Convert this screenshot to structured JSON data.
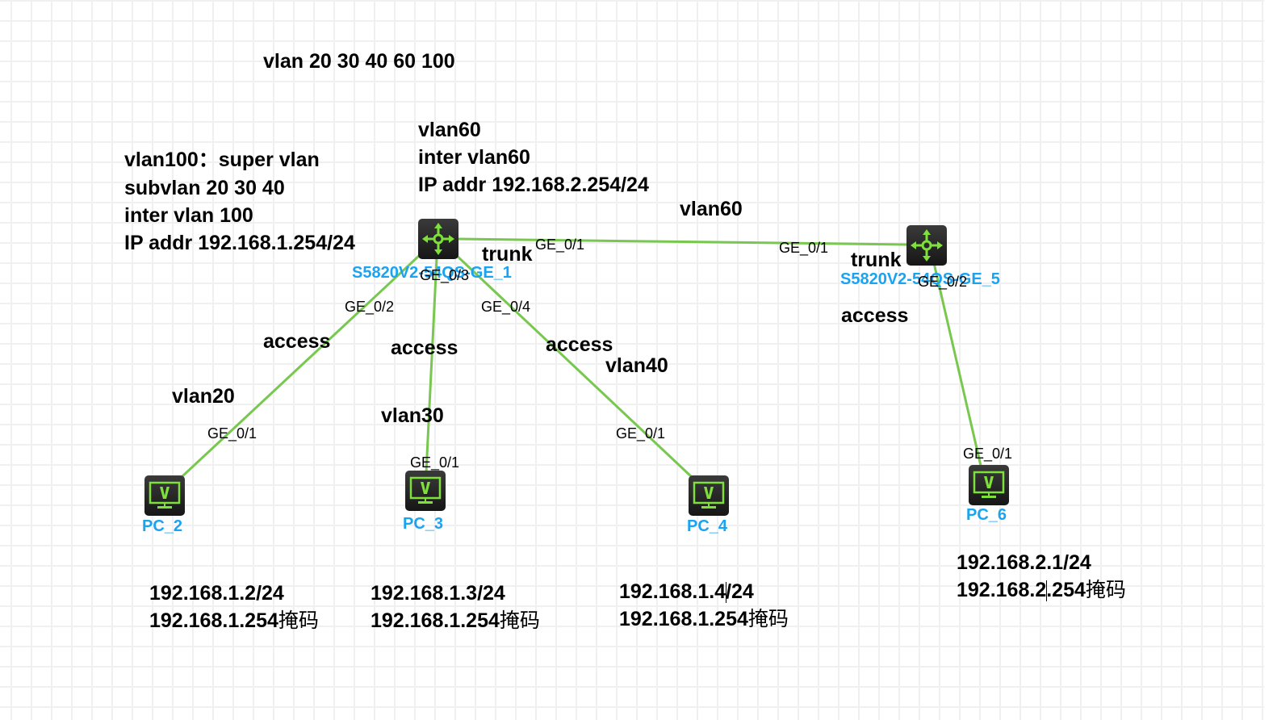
{
  "colors": {
    "link": "#78c850",
    "device_label": "#1aa3f0",
    "icon_green": "#7ee03a",
    "grid": "#f0f0f0"
  },
  "notes": {
    "vlan_list": "vlan 20 30 40 60 100",
    "core_config": {
      "line1": "vlan100：super vlan",
      "line2": "subvlan 20 30 40",
      "line3": "inter vlan 100",
      "line4": "IP addr 192.168.1.254/24"
    },
    "vlan60_config": {
      "line1": "vlan60",
      "line2": "inter vlan60",
      "line3": "IP addr 192.168.2.254/24"
    },
    "uplink_vlan": "vlan60",
    "trunk_left": "trunk",
    "trunk_right": "trunk",
    "access_pc2": "access",
    "access_pc3": "access",
    "access_pc4": "access",
    "access_pc6": "access",
    "vlan_pc2": "vlan20",
    "vlan_pc3": "vlan30",
    "vlan_pc4": "vlan40"
  },
  "devices": {
    "switch1": {
      "label": "S5820V2-54QS-GE_1",
      "icon": "switch-icon"
    },
    "switch5": {
      "label": "S5820V2-54QS-GE_5",
      "icon": "switch-icon"
    },
    "pc2": {
      "label": "PC_2",
      "icon": "pc-monitor-icon",
      "ip": "192.168.1.2/24",
      "gw_ip": "192.168.1.254",
      "gw_suffix": "掩码"
    },
    "pc3": {
      "label": "PC_3",
      "icon": "pc-monitor-icon",
      "ip": "192.168.1.3/24",
      "gw_ip": "192.168.1.254",
      "gw_suffix": "掩码"
    },
    "pc4": {
      "label": "PC_4",
      "icon": "pc-monitor-icon",
      "ip_a": "192.168.1.4",
      "ip_b": "/24",
      "gw_ip": "192.168.1.254",
      "gw_suffix": "掩码"
    },
    "pc6": {
      "label": "PC_6",
      "icon": "pc-monitor-icon",
      "ip": "192.168.2.1/24",
      "gw_ip_a": "192.168.2",
      "gw_ip_b": ".254",
      "gw_suffix": "掩码"
    }
  },
  "ports": {
    "sw1_to_sw5": "GE_0/1",
    "sw5_to_sw1": "GE_0/1",
    "sw1_to_pc2": "GE_0/2",
    "sw1_to_pc3": "GE_0/3",
    "sw1_to_pc4": "GE_0/4",
    "sw5_to_pc6": "GE_0/2",
    "pc2_port": "GE_0/1",
    "pc3_port": "GE_0/1",
    "pc4_port": "GE_0/1",
    "pc6_port": "GE_0/1"
  },
  "links": [
    {
      "name": "link-sw1-sw5",
      "from": "switch1",
      "to": "switch5"
    },
    {
      "name": "link-sw1-pc2",
      "from": "switch1",
      "to": "pc2"
    },
    {
      "name": "link-sw1-pc3",
      "from": "switch1",
      "to": "pc3"
    },
    {
      "name": "link-sw1-pc4",
      "from": "switch1",
      "to": "pc4"
    },
    {
      "name": "link-sw5-pc6",
      "from": "switch5",
      "to": "pc6"
    }
  ]
}
